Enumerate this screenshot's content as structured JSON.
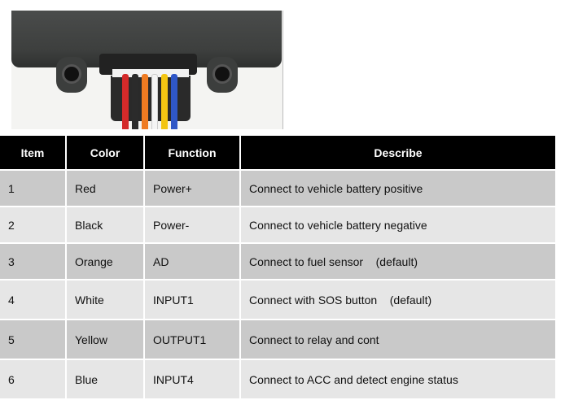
{
  "photo": {
    "wire_colors": [
      "#d42a2a",
      "#2b2b2b",
      "#ef7b22",
      "#f4f4f4",
      "#f3c512",
      "#2f57c7"
    ]
  },
  "table": {
    "headers": [
      "Item",
      "Color",
      "Function",
      "Describe"
    ],
    "rows": [
      {
        "item": "1",
        "color": "Red",
        "function": "Power+",
        "describe": "Connect to vehicle battery positive"
      },
      {
        "item": "2",
        "color": "Black",
        "function": "Power-",
        "describe": "Connect to vehicle battery negative"
      },
      {
        "item": "3",
        "color": "Orange",
        "function": "AD",
        "describe": "Connect to fuel sensor    (default)"
      },
      {
        "item": "4",
        "color": "White",
        "function": "INPUT1",
        "describe": "Connect with SOS button    (default)"
      },
      {
        "item": "5",
        "color": "Yellow",
        "function": "OUTPUT1",
        "describe": "Connect to relay and cont"
      },
      {
        "item": "6",
        "color": "Blue",
        "function": "INPUT4",
        "describe": "Connect to ACC and detect engine status"
      }
    ],
    "colors": {
      "header_bg": "#000000",
      "row_dark": "#c9c9c9",
      "row_light": "#e6e6e6"
    }
  }
}
